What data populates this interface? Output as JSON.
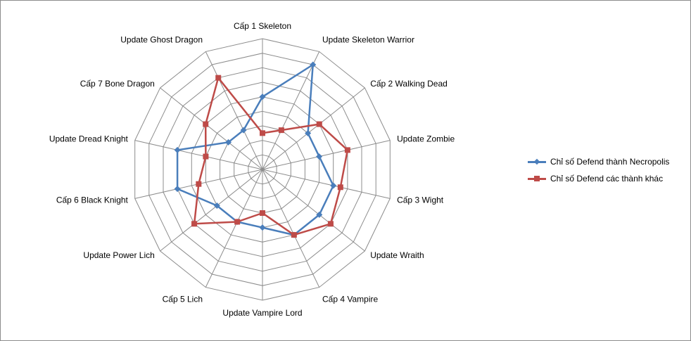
{
  "chart_data": {
    "type": "radar",
    "categories": [
      "Cấp 1 Skeleton",
      "Update Skeleton Warrior",
      "Cấp 2 Walking Dead",
      "Update Zombie",
      "Cấp 3 Wight",
      "Update Wraith",
      "Cấp 4 Vampire",
      "Update Vampire Lord",
      "Cấp 5 Lich",
      "Update Power Lich",
      "Cấp 6 Black Knight",
      "Update Dread Knight",
      "Cấp 7 Bone Dragon",
      "Update Ghost Dragon"
    ],
    "rlim": [
      0,
      9
    ],
    "grid": true,
    "legend_position": "right",
    "series": [
      {
        "name": "Chỉ số Defend thành Necropolis",
        "color": "#4a7ebb",
        "marker": "diamond",
        "values": [
          5,
          8,
          4,
          4,
          5,
          5,
          5,
          4,
          4,
          4,
          6,
          6,
          3,
          3
        ]
      },
      {
        "name": "Chỉ số Defend các thành khác",
        "color": "#be4b48",
        "marker": "square",
        "values": [
          2.5,
          3,
          5,
          6,
          5.5,
          6,
          5,
          3,
          4,
          6,
          4.5,
          4,
          5,
          7
        ]
      }
    ]
  }
}
